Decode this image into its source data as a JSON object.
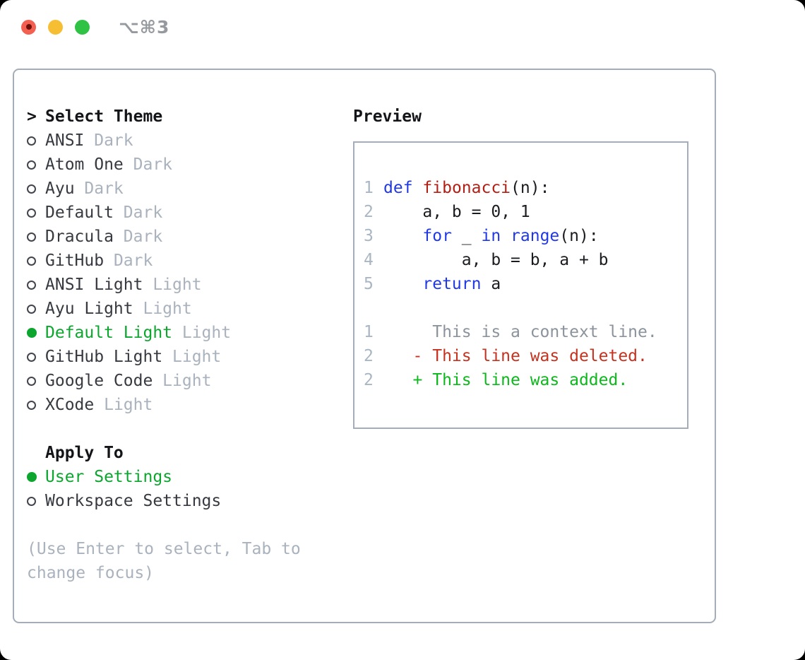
{
  "window": {
    "title": "⌥⌘3",
    "traffic_lights": [
      "close",
      "minimize",
      "zoom"
    ]
  },
  "theme_list": {
    "prompt": ">",
    "heading": "Select Theme",
    "items": [
      {
        "name": "ANSI",
        "variant": "Dark",
        "selected": false
      },
      {
        "name": "Atom One",
        "variant": "Dark",
        "selected": false
      },
      {
        "name": "Ayu",
        "variant": "Dark",
        "selected": false
      },
      {
        "name": "Default",
        "variant": "Dark",
        "selected": false
      },
      {
        "name": "Dracula",
        "variant": "Dark",
        "selected": false
      },
      {
        "name": "GitHub",
        "variant": "Dark",
        "selected": false
      },
      {
        "name": "ANSI Light",
        "variant": "Light",
        "selected": false
      },
      {
        "name": "Ayu Light",
        "variant": "Light",
        "selected": false
      },
      {
        "name": "Default Light",
        "variant": "Light",
        "selected": true
      },
      {
        "name": "GitHub Light",
        "variant": "Light",
        "selected": false
      },
      {
        "name": "Google Code",
        "variant": "Light",
        "selected": false
      },
      {
        "name": "XCode",
        "variant": "Light",
        "selected": false
      }
    ]
  },
  "apply_to": {
    "heading": "Apply To",
    "options": [
      {
        "label": "User Settings",
        "selected": true
      },
      {
        "label": "Workspace Settings",
        "selected": false
      }
    ]
  },
  "help_text": "(Use Enter to select, Tab to change focus)",
  "preview": {
    "heading": "Preview",
    "code_lines": [
      {
        "num": "1",
        "tokens": [
          {
            "text": "def",
            "type": "keyword"
          },
          {
            "text": " ",
            "type": "plain"
          },
          {
            "text": "fibonacci",
            "type": "function"
          },
          {
            "text": "(n):",
            "type": "plain"
          }
        ]
      },
      {
        "num": "2",
        "tokens": [
          {
            "text": "    a, b = 0, 1",
            "type": "plain"
          }
        ]
      },
      {
        "num": "3",
        "tokens": [
          {
            "text": "    ",
            "type": "plain"
          },
          {
            "text": "for",
            "type": "keyword"
          },
          {
            "text": " _ ",
            "type": "plain"
          },
          {
            "text": "in",
            "type": "keyword"
          },
          {
            "text": " ",
            "type": "plain"
          },
          {
            "text": "range",
            "type": "keyword"
          },
          {
            "text": "(n):",
            "type": "plain"
          }
        ]
      },
      {
        "num": "4",
        "tokens": [
          {
            "text": "        a, b = b, a + b",
            "type": "plain"
          }
        ]
      },
      {
        "num": "5",
        "tokens": [
          {
            "text": "    ",
            "type": "plain"
          },
          {
            "text": "return",
            "type": "keyword"
          },
          {
            "text": " a",
            "type": "plain"
          }
        ]
      }
    ],
    "diff_lines": [
      {
        "num": "1",
        "kind": "context",
        "text": "     This is a context line."
      },
      {
        "num": "2",
        "kind": "deleted",
        "text": "   - This line was deleted."
      },
      {
        "num": "2",
        "kind": "added",
        "text": "   + This line was added."
      }
    ]
  },
  "colors": {
    "accent_green": "#0ca62f",
    "keyword_blue": "#2038e5",
    "function_red": "#b22015",
    "diff_deleted_red": "#c5321f",
    "diff_added_green": "#0cb81b",
    "muted_gray": "#a9b2bd",
    "border_gray": "#a4adb8",
    "line_number_gray": "#a9b6c4",
    "traffic_red": "#f35f51",
    "traffic_yellow": "#f6be33",
    "traffic_green": "#30c245"
  }
}
